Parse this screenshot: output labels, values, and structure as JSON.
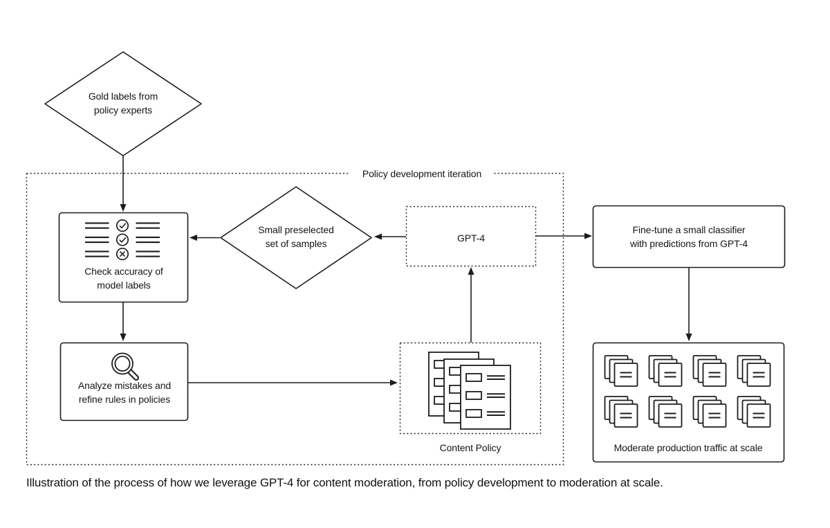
{
  "colors": {
    "ink": "#1c1c1c",
    "text": "#141414",
    "background": "#ffffff"
  },
  "diagram": {
    "container_label": "Policy development iteration",
    "nodes": {
      "gold_labels": {
        "lines": [
          "Gold labels from",
          "policy experts"
        ]
      },
      "check_accuracy": {
        "lines": [
          "Check accuracy of",
          "model labels"
        ]
      },
      "small_samples": {
        "lines": [
          "Small preselected",
          "set of samples"
        ]
      },
      "gpt4": {
        "label": "GPT-4"
      },
      "fine_tune": {
        "lines": [
          "Fine-tune a small classifier",
          "with predictions from GPT-4"
        ]
      },
      "analyze": {
        "lines": [
          "Analyze mistakes and",
          "refine rules in policies"
        ]
      },
      "content_policy": {
        "label": "Content Policy"
      },
      "moderate": {
        "label": "Moderate production traffic at scale"
      }
    },
    "icons": {
      "check_accuracy": "checklist-checks-icon",
      "analyze": "magnifier-icon",
      "content_policy": "stacked-documents-icon",
      "moderate": "document-stack-icon"
    }
  },
  "caption": "Illustration of the process of how we leverage GPT-4 for content moderation, from policy development to moderation at scale."
}
